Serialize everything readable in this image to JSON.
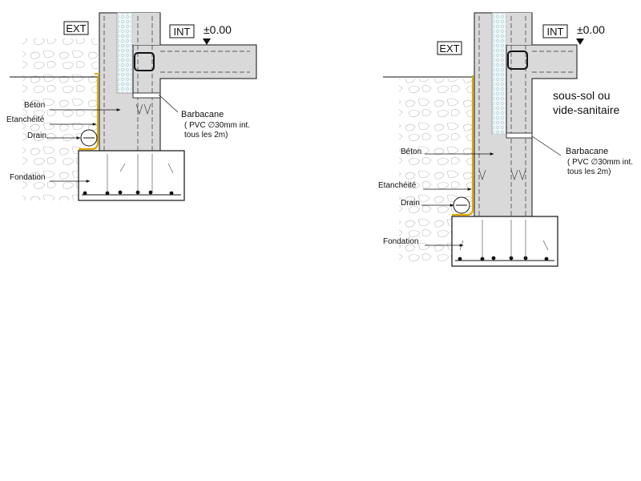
{
  "details": [
    {
      "ext_label": "EXT",
      "int_label": "INT",
      "level": "±0.00",
      "room_label_1": "",
      "room_label_2": "",
      "labels": {
        "beton": "Béton",
        "etancheite": "Etanchéité",
        "drain": "Drain",
        "fondation": "Fondation",
        "barbacane": "Barbacane",
        "barbacane_spec_1": "( PVC ∅30mm int.",
        "barbacane_spec_2": "tous les 2m)"
      }
    },
    {
      "ext_label": "EXT",
      "int_label": "INT",
      "level": "±0.00",
      "room_label_1": "sous-sol ou",
      "room_label_2": "vide-sanitaire",
      "labels": {
        "beton": "Béton",
        "etancheite": "Etanchéité",
        "drain": "Drain",
        "fondation": "Fondation",
        "barbacane": "Barbacane",
        "barbacane_spec_1": "( PVC ∅30mm int.",
        "barbacane_spec_2": "tous les 2m)"
      }
    }
  ],
  "colors": {
    "concrete": "#d9d9d9",
    "membrane": "#e0a800",
    "insulation": "#e6f2f5",
    "line": "#111111",
    "soil": "#9a9a9a"
  }
}
